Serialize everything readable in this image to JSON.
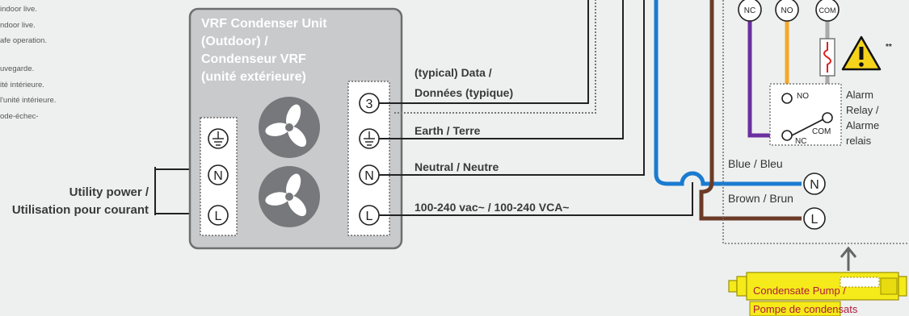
{
  "notes": {
    "group1": [
      "indoor live.",
      "ndoor live.",
      "afe operation."
    ],
    "group2": [
      "uvegarde.",
      "ité intérieure.",
      "l'unité intérieure.",
      "ode-échec-"
    ]
  },
  "utility_power": {
    "line1": "Utility power /",
    "line2": "Utilisation pour courant"
  },
  "condenser": {
    "line1": "VRF Condenser Unit",
    "line2": "(Outdoor) /",
    "line3": "Condenseur VRF",
    "line4": "(unité extérieure)"
  },
  "terminals_left": {
    "n": "N",
    "l": "L"
  },
  "terminals_right": {
    "data": "3",
    "n": "N",
    "l": "L"
  },
  "wire_labels": {
    "data1": "(typical) Data /",
    "data2": "Données (typique)",
    "earth": "Earth / Terre",
    "neutral": "Neutral / Neutre",
    "power": "100-240 vac~ / 100-240 VCA~"
  },
  "relay_terminals": {
    "nc": "NC",
    "no": "NO",
    "com": "COM"
  },
  "relay_contacts": {
    "no": "NO",
    "com": "COM",
    "nc": "NC"
  },
  "warning_mark": "**",
  "alarm": {
    "line1": "Alarm",
    "line2": "Relay /",
    "line3": "Alarme",
    "line4": "relais"
  },
  "pump_wires": {
    "blue": "Blue / Bleu",
    "brown": "Brown / Brun"
  },
  "pump_terminals": {
    "n": "N",
    "l": "L"
  },
  "pump": {
    "line1": "Condensate Pump /",
    "line2": "Pompe de condensats"
  },
  "colors": {
    "blue": "#1a7bd0",
    "brown": "#6b3b28",
    "purple": "#6b2fa0",
    "orange": "#f3a92b",
    "gray_wire": "#a9a9a9",
    "pump_yellow": "#f5ea1a",
    "condenser_fill": "#c9cacc"
  }
}
